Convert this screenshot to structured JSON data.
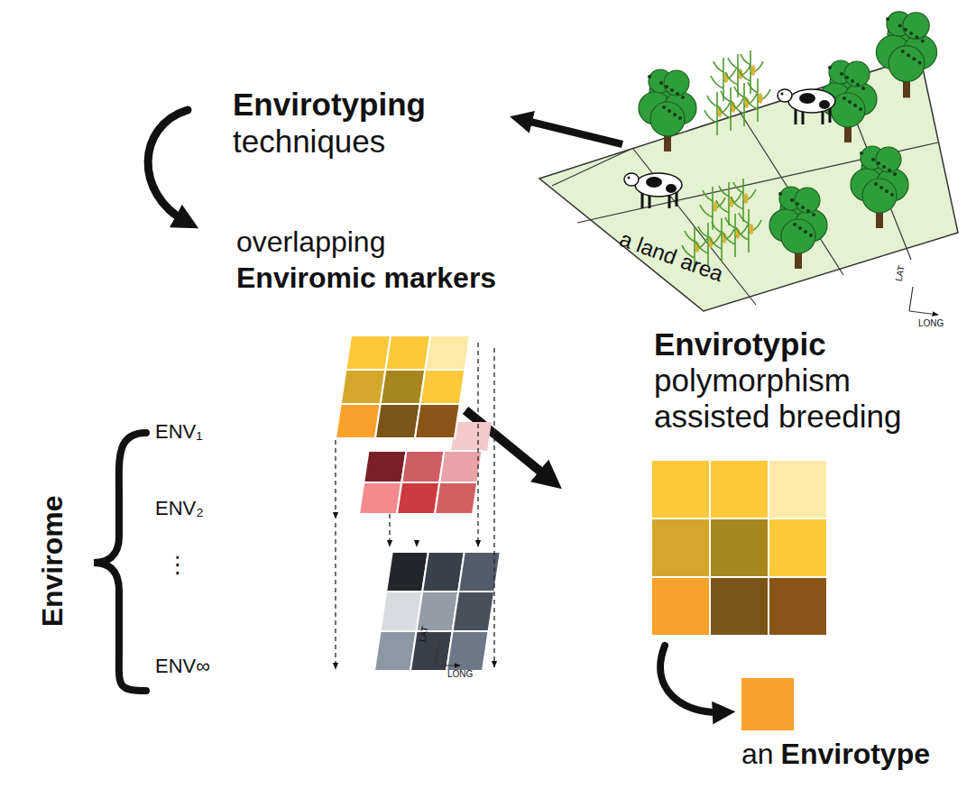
{
  "diagram": {
    "labels": [
      "Envirotyping",
      "techniques",
      "overlapping",
      "Enviromic markers",
      "a land area",
      "LAT",
      "LONG",
      "Envirome",
      "ENV₁",
      "ENV₂",
      "⋮",
      "ENV∞",
      "LAT",
      "LONG",
      "Envirotypic",
      "polymorphism assisted breeding",
      "an",
      "Envirotype"
    ]
  }
}
